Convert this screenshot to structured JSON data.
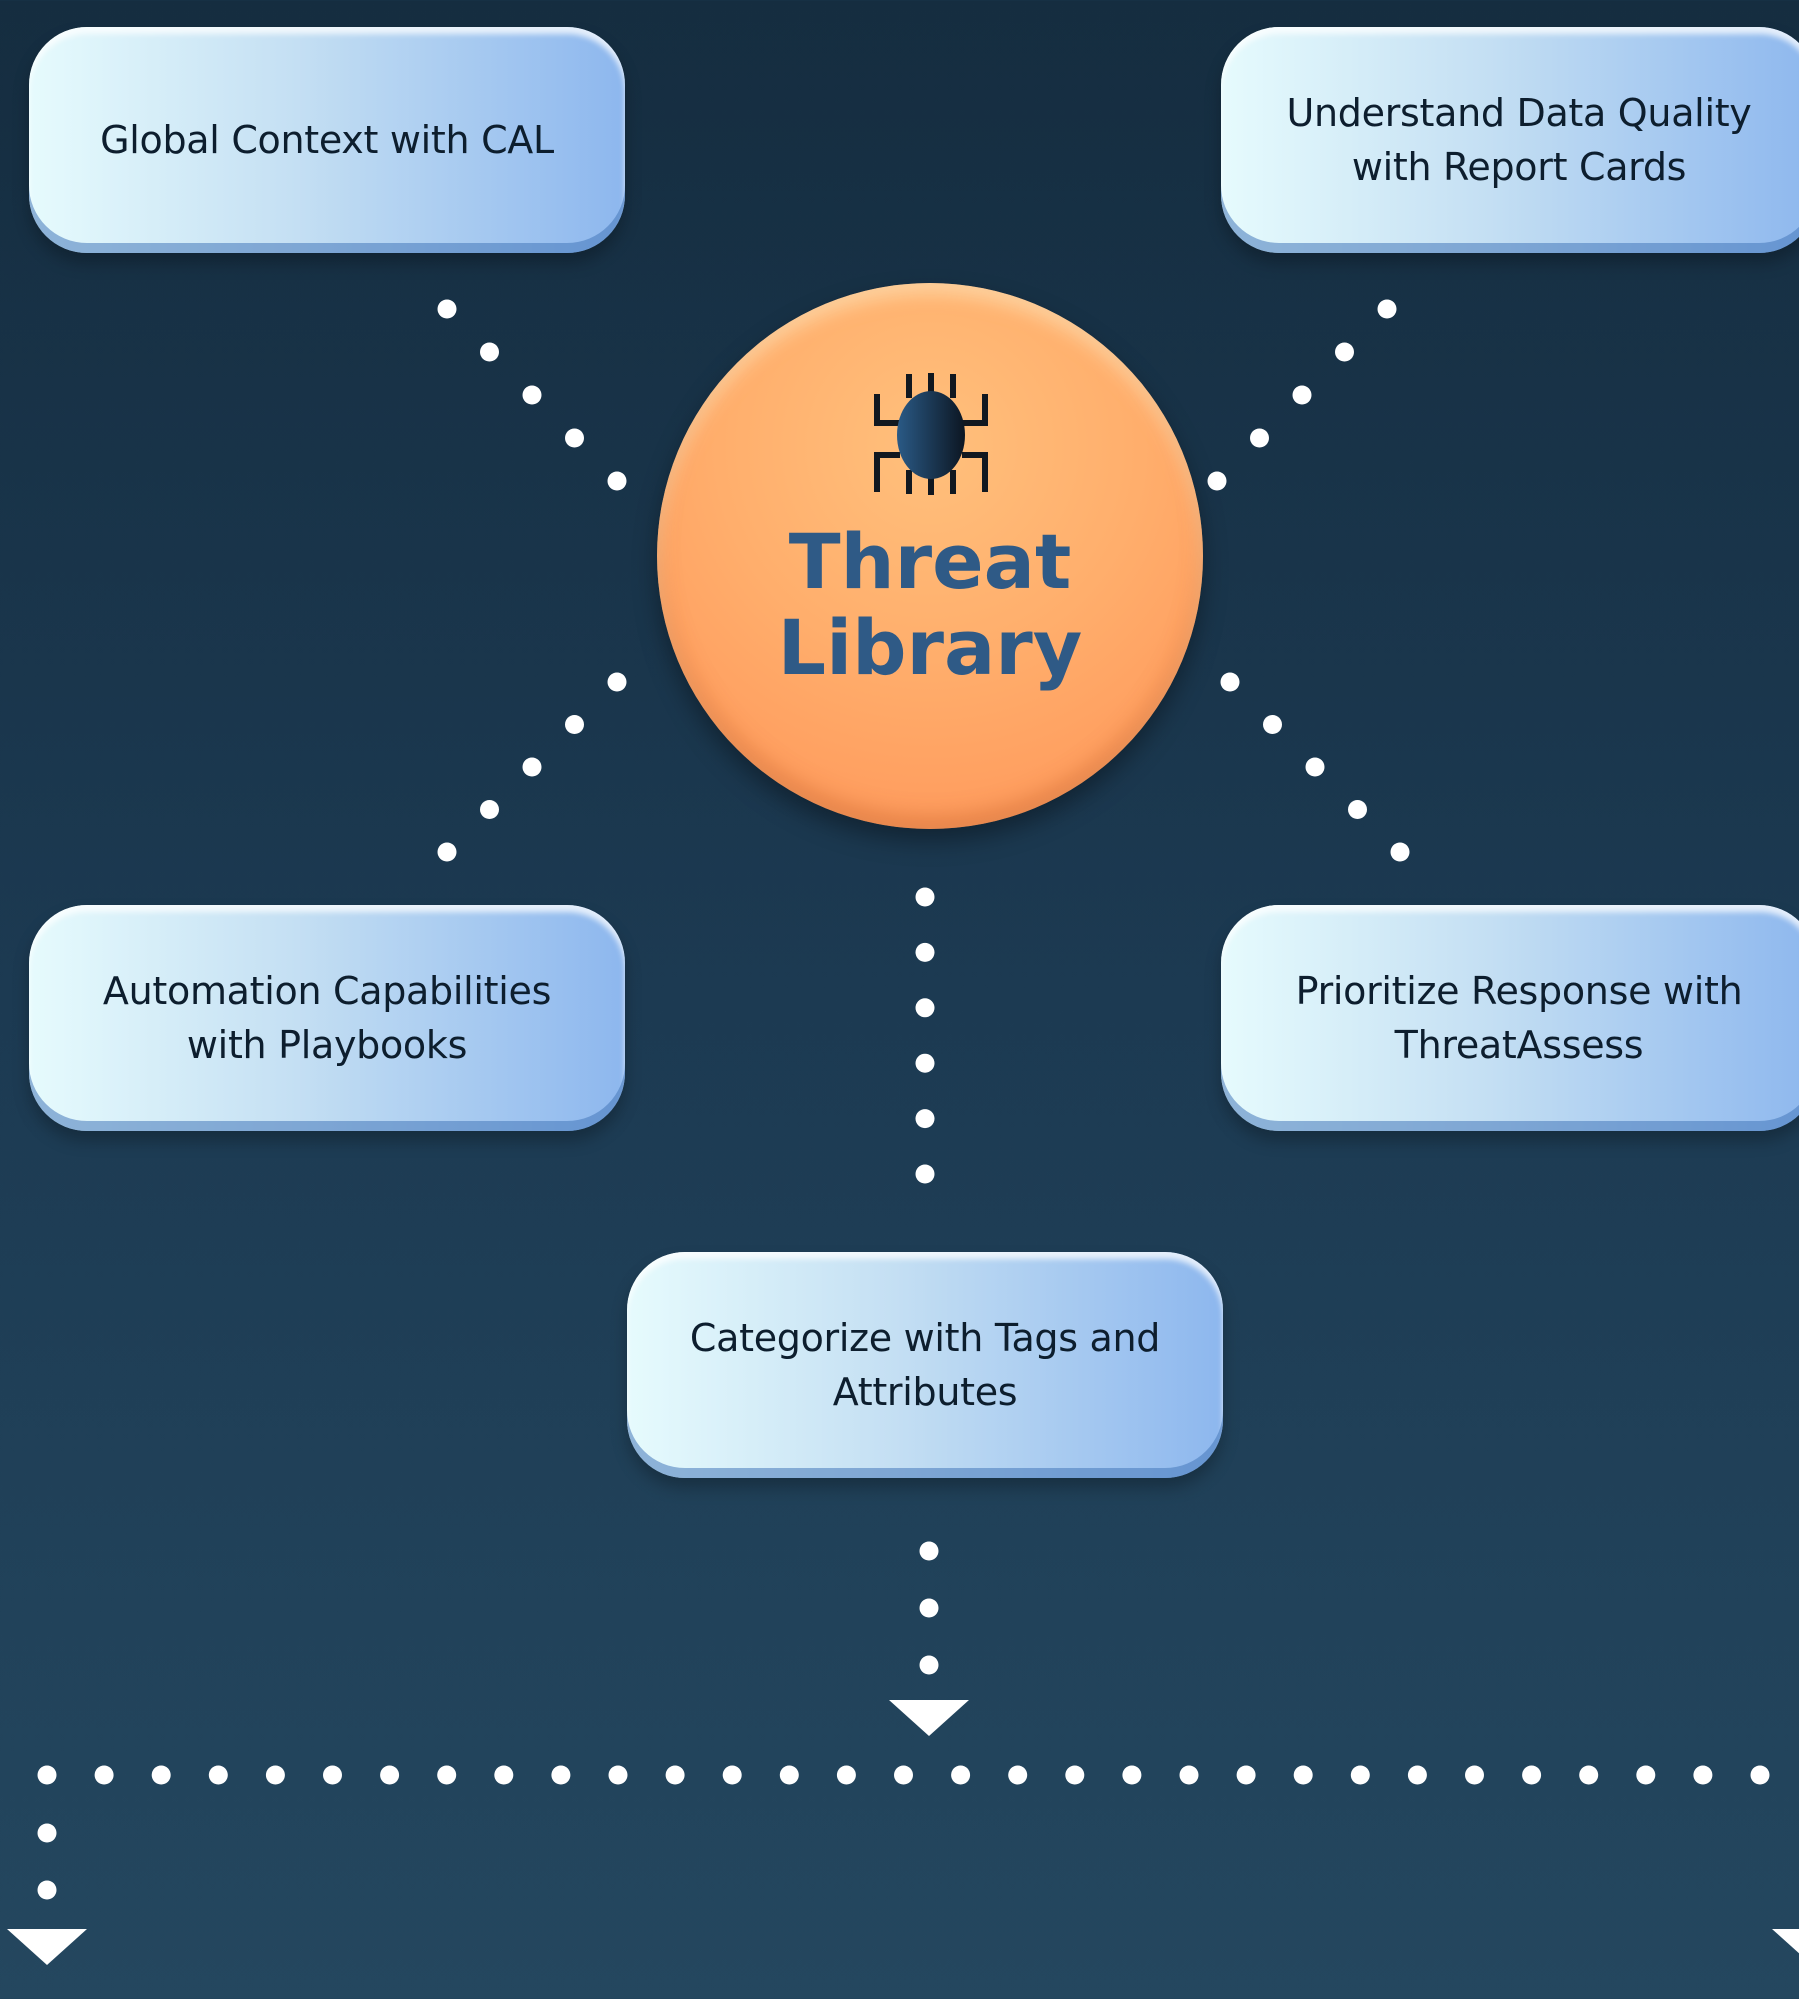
{
  "hub": {
    "title_line1": "Threat",
    "title_line2": "Library",
    "icon": "bug-icon"
  },
  "cards": {
    "global_context": {
      "line1": "Global Context with CAL",
      "line2": ""
    },
    "data_quality": {
      "line1": "Understand Data Quality",
      "line2": "with Report Cards"
    },
    "automation": {
      "line1": "Automation Capabilities",
      "line2": "with Playbooks"
    },
    "prioritize": {
      "line1": "Prioritize Response with",
      "line2": "ThreatAssess"
    },
    "categorize": {
      "line1": "Categorize with Tags and",
      "line2": "Attributes"
    }
  },
  "colors": {
    "background_top": "#152d40",
    "background_bottom": "#24475f",
    "card_light": "#e6fbfd",
    "card_blue": "#8db7ee",
    "hub_orange": "#ffae6c",
    "hub_text": "#2f5a86",
    "connector_dot": "#ffffff"
  }
}
